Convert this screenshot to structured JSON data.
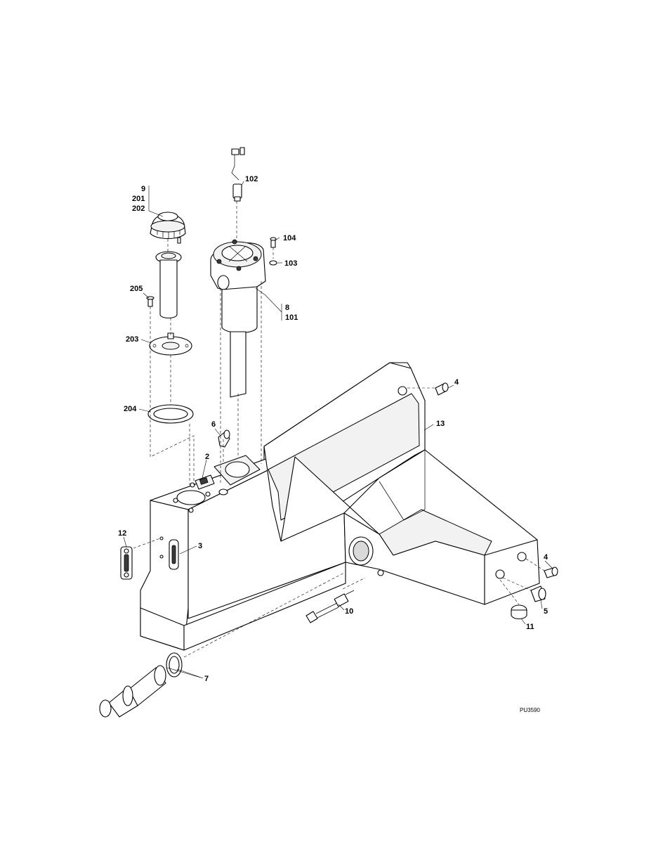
{
  "diagram": {
    "drawing_id": "PU3590",
    "callouts": [
      {
        "id": "c9",
        "text": "9"
      },
      {
        "id": "c201",
        "text": "201"
      },
      {
        "id": "c202",
        "text": "202"
      },
      {
        "id": "c102",
        "text": "102"
      },
      {
        "id": "c104",
        "text": "104"
      },
      {
        "id": "c103",
        "text": "103"
      },
      {
        "id": "c205",
        "text": "205"
      },
      {
        "id": "c8",
        "text": "8"
      },
      {
        "id": "c101",
        "text": "101"
      },
      {
        "id": "c203",
        "text": "203"
      },
      {
        "id": "c4a",
        "text": "4"
      },
      {
        "id": "c204",
        "text": "204"
      },
      {
        "id": "c13",
        "text": "13"
      },
      {
        "id": "c6",
        "text": "6"
      },
      {
        "id": "c2",
        "text": "2"
      },
      {
        "id": "c12",
        "text": "12"
      },
      {
        "id": "c3",
        "text": "3"
      },
      {
        "id": "c4b",
        "text": "4"
      },
      {
        "id": "c10",
        "text": "10"
      },
      {
        "id": "c5",
        "text": "5"
      },
      {
        "id": "c11",
        "text": "11"
      },
      {
        "id": "c7",
        "text": "7"
      }
    ]
  }
}
